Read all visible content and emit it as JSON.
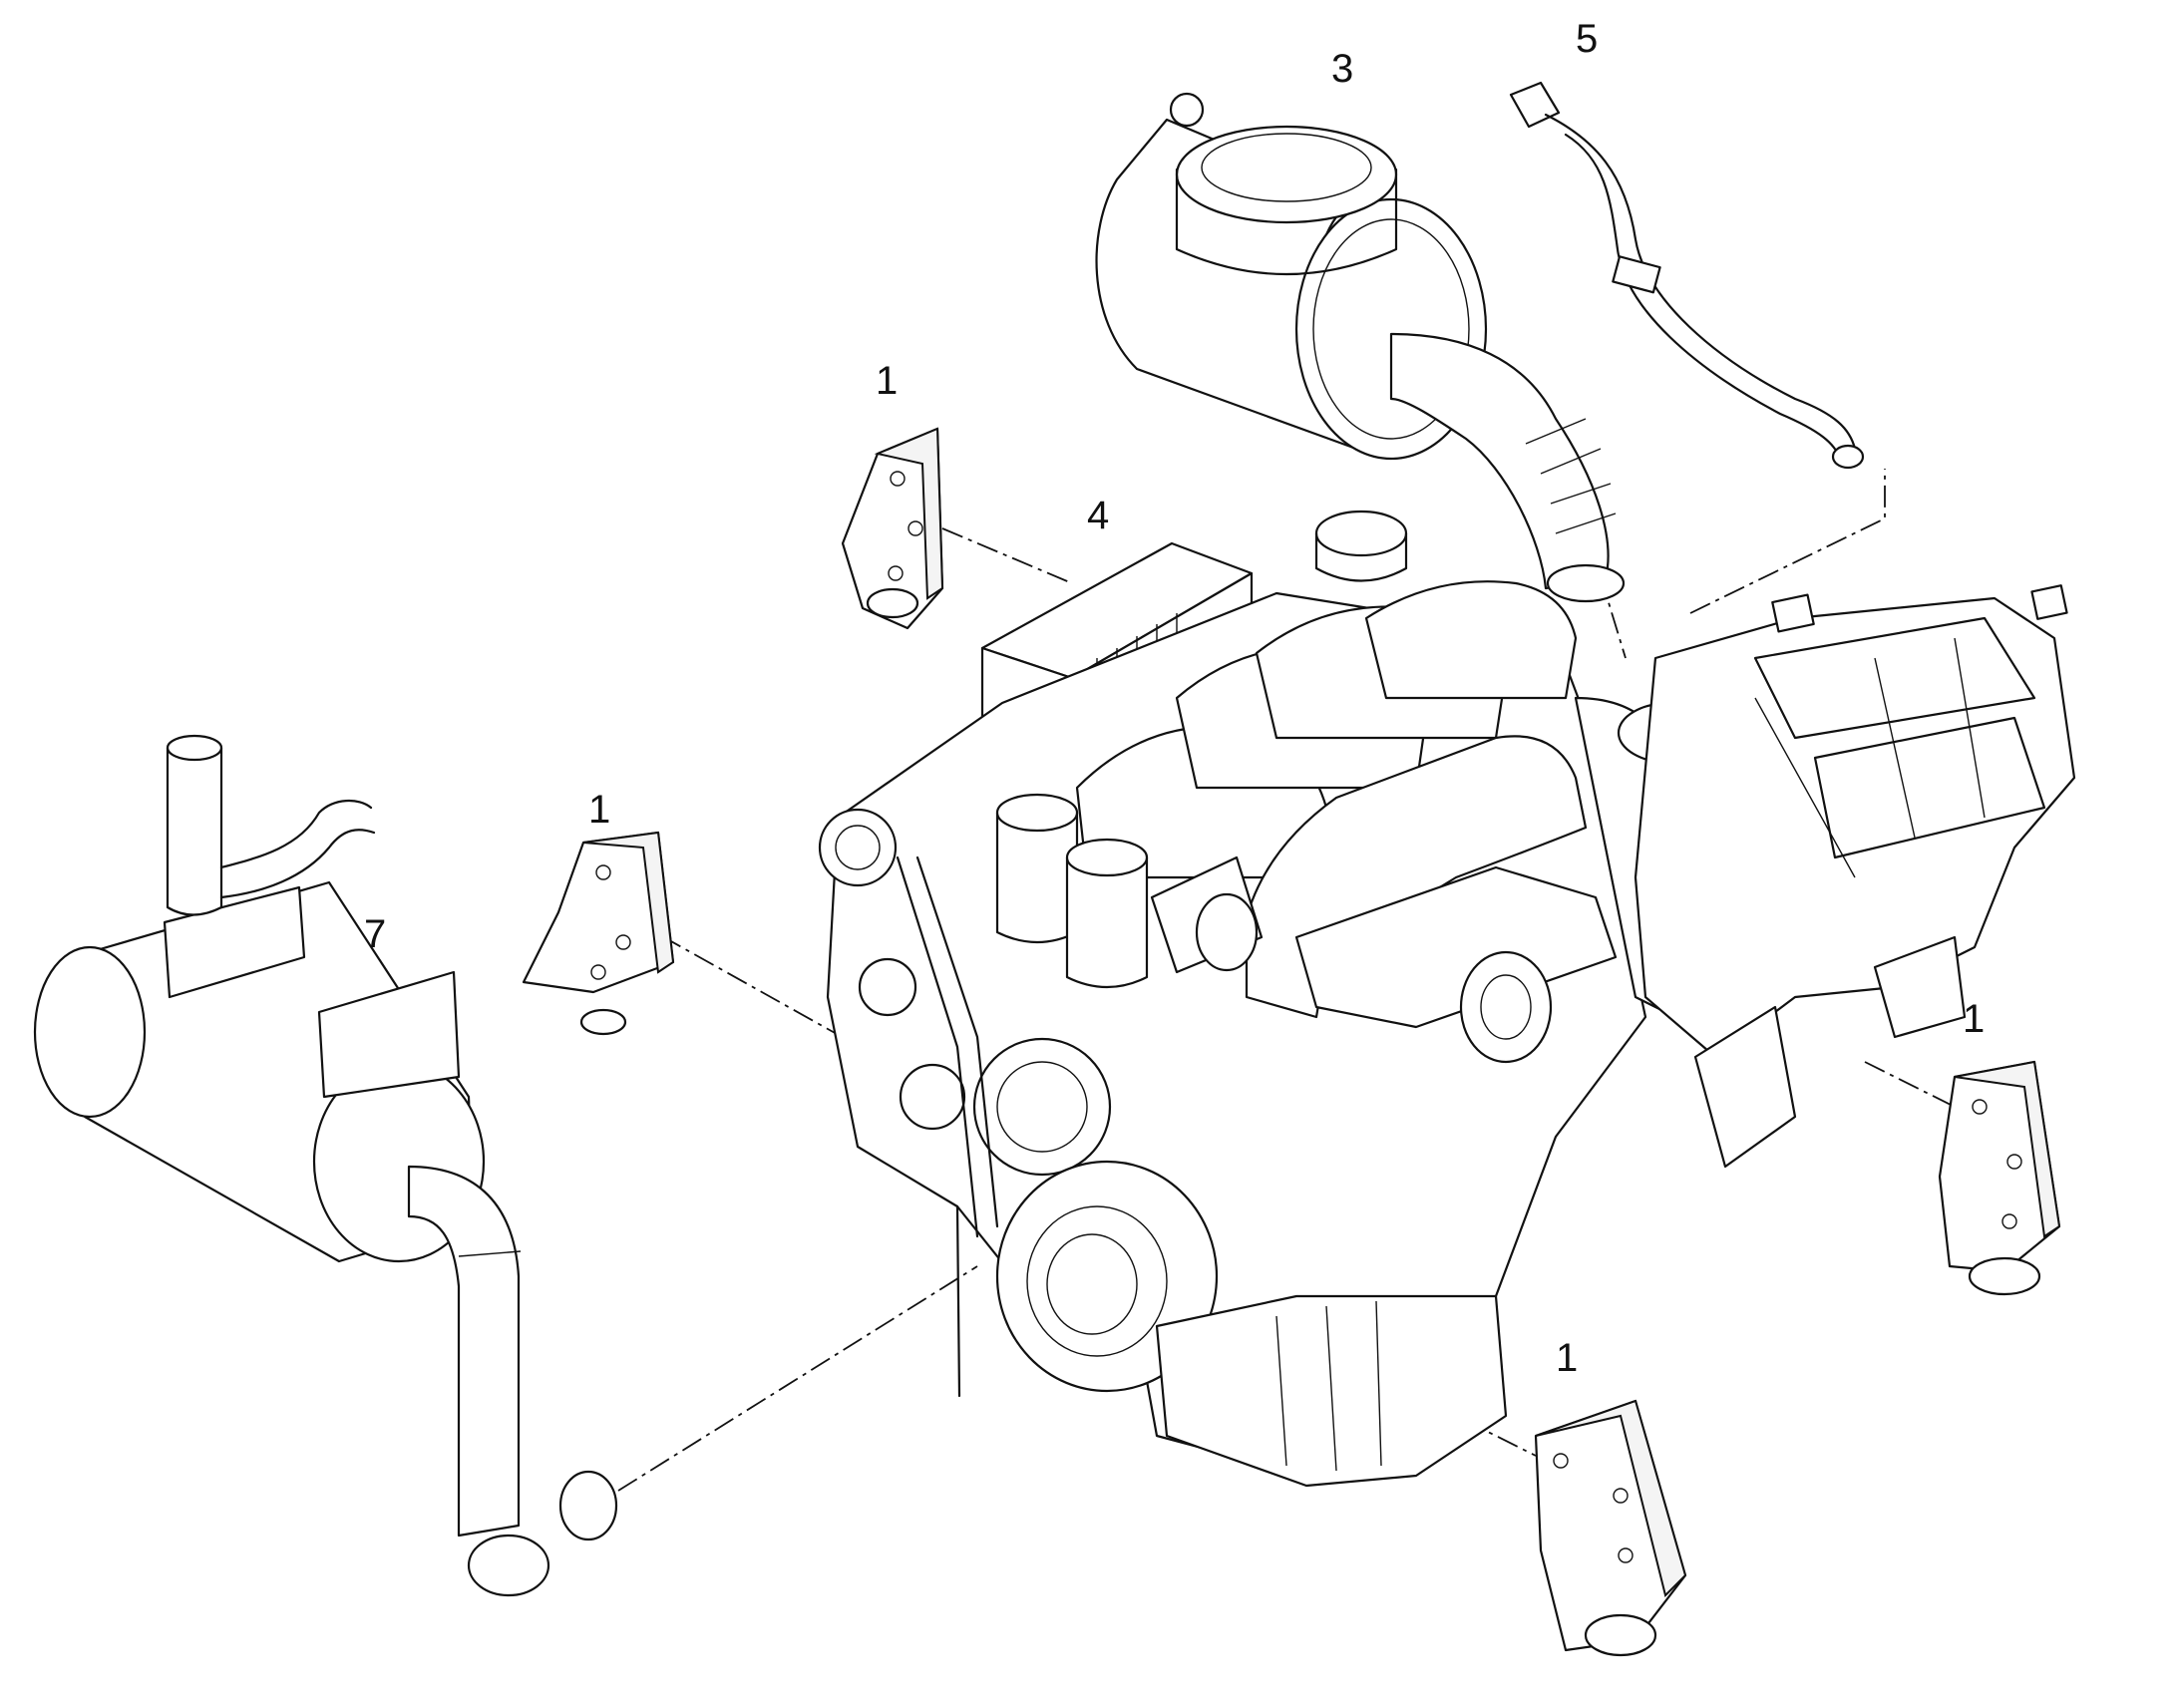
{
  "callouts": [
    {
      "id": "engine-mount-upper-left",
      "label": "1"
    },
    {
      "id": "engine-mount-middle-left",
      "label": "1"
    },
    {
      "id": "engine-mount-right",
      "label": "1"
    },
    {
      "id": "engine-mount-bottom",
      "label": "1"
    },
    {
      "id": "air-cleaner",
      "label": "3"
    },
    {
      "id": "ecu-module",
      "label": "4"
    },
    {
      "id": "breather-hose",
      "label": "5"
    },
    {
      "id": "muffler",
      "label": "7"
    }
  ],
  "colors": {
    "line": "#111111",
    "background": "#ffffff"
  }
}
